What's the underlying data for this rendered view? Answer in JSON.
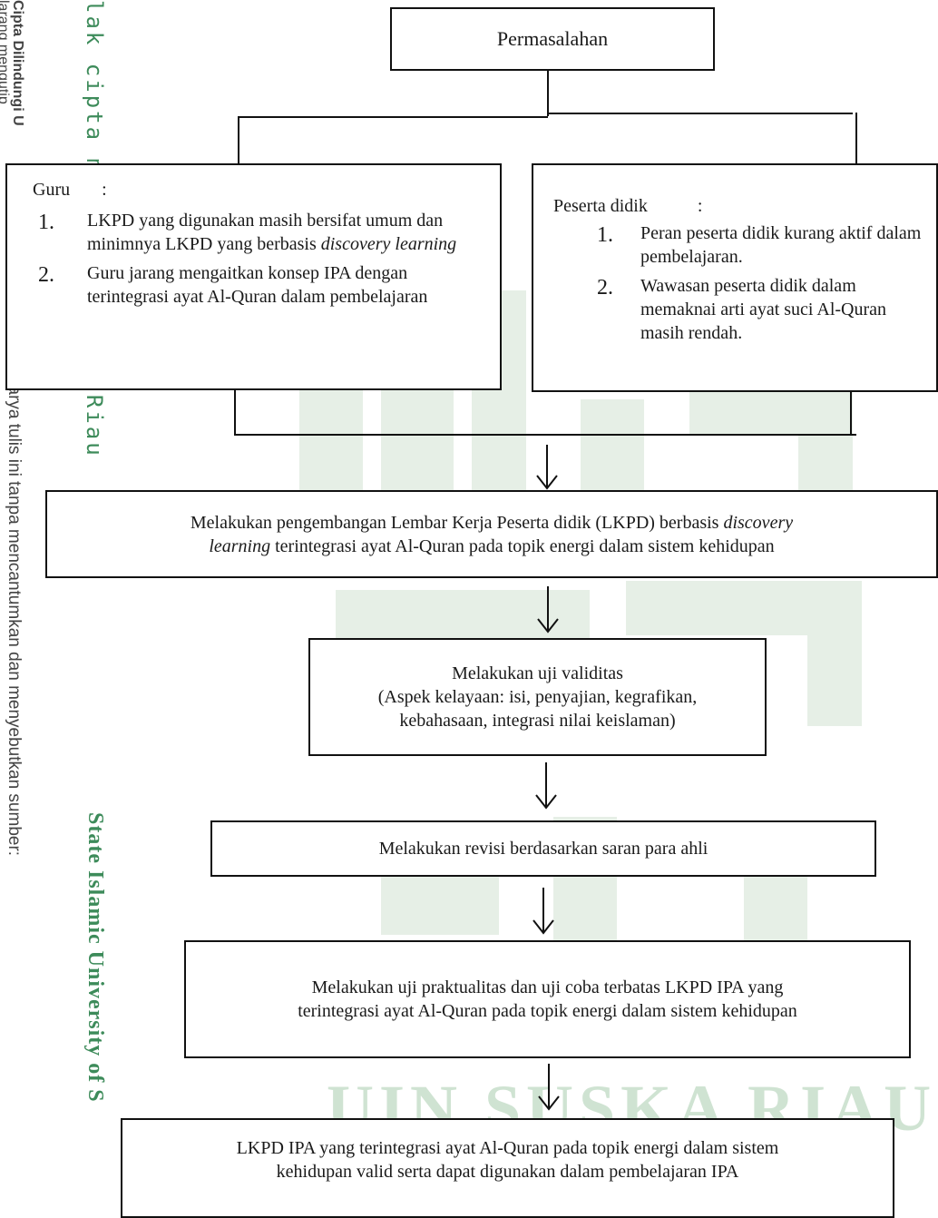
{
  "side_texts": {
    "copyright_title": "Cipta Dilindungi U",
    "forbidden": "larang mengutip",
    "hak_cipta": "lak cipta m",
    "riau": "a Riau",
    "citation_note": "karya tulis ini tanpa mencantumkan dan menyebutkan sumber:",
    "state_islamic": "State Islamic University of S"
  },
  "watermark": {
    "text": "UIN SUSKA RIAU"
  },
  "flowchart": {
    "problem": "Permasalahan",
    "guru": {
      "title": "Guru",
      "colon": ":",
      "items": [
        {
          "number": "1.",
          "text": "LKPD yang digunakan masih bersifat umum dan minimnya LKPD yang berbasis ",
          "emph": "discovery learning"
        },
        {
          "number": "2.",
          "text": "Guru jarang mengaitkan konsep IPA dengan terintegrasi ayat Al-Quran dalam pembelajaran"
        }
      ]
    },
    "peserta": {
      "title": "Peserta didik",
      "colon": ":",
      "items": [
        {
          "number": "1.",
          "text": "Peran peserta didik kurang aktif dalam pembelajaran."
        },
        {
          "number": "2.",
          "text": "Wawasan peserta didik dalam memaknai arti ayat suci  Al-Quran masih rendah."
        }
      ]
    },
    "step1": {
      "text_a": "Melakukan pengembangan Lembar Kerja Peserta didik (LKPD) berbasis ",
      "emph_a": "discovery",
      "emph_b": "learning",
      "text_b": " terintegrasi ayat Al-Quran pada topik energi dalam sistem kehidupan"
    },
    "step2": {
      "line1": "Melakukan uji validitas",
      "line2": "(Aspek kelayaan: isi, penyajian, kegrafikan,",
      "line3": "kebahasaan, integrasi nilai keislaman)"
    },
    "step3": "Melakukan revisi berdasarkan saran para ahli",
    "step4": {
      "line1": "Melakukan uji praktualitas dan uji coba terbatas LKPD IPA yang",
      "line2": "terintegrasi ayat Al-Quran pada topik energi dalam sistem kehidupan"
    },
    "step5": {
      "line1": "LKPD IPA yang terintegrasi ayat Al-Quran pada topik energi dalam  sistem",
      "line2": "kehidupan valid serta dapat digunakan dalam pembelajaran IPA"
    }
  }
}
